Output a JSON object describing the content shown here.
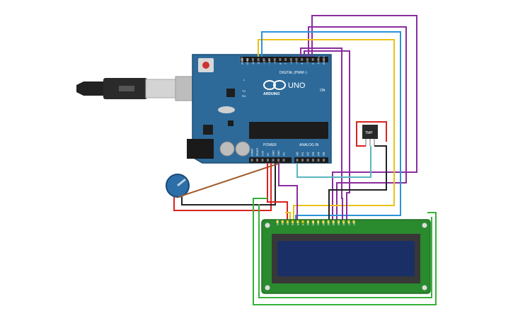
{
  "arduino": {
    "logo_text": "UNO",
    "brand_text": "ARDUINO",
    "digital_header": "DIGITAL (PWM~)",
    "power_header": "POWER",
    "analog_header": "ANALOG IN",
    "on_label": "ON",
    "tx_label": "TX",
    "rx_label": "RX",
    "l_label": "L",
    "digital_pins": [
      "AREF",
      "GND",
      "13",
      "12",
      "~11",
      "~10",
      "~9",
      "8",
      "7",
      "~6",
      "~5",
      "4",
      "~3",
      "2",
      "TX→1",
      "RX←0"
    ],
    "power_pins": [
      "IOREF",
      "RESET",
      "3.3V",
      "5V",
      "GND",
      "GND",
      "Vin"
    ],
    "analog_pins": [
      "A0",
      "A1",
      "A2",
      "A3",
      "A4",
      "A5"
    ]
  },
  "sensor": {
    "label": "TMP"
  },
  "lcd": {
    "pin_labels": [
      "GND",
      "VCC",
      "V0",
      "RS",
      "RW",
      "E",
      "DB0",
      "DB1",
      "DB2",
      "DB3",
      "DB4",
      "DB5",
      "DB6",
      "DB7",
      "LED",
      "LED"
    ]
  },
  "colors": {
    "board": "#2d6a9a",
    "lcd_board": "#2a8a2e",
    "lcd_screen": "#1a2f66",
    "wire_purple": "#8a2d9e",
    "wire_yellow": "#e9c318",
    "wire_blue": "#2a94d8",
    "wire_teal": "#58b8be",
    "wire_red": "#d8231f",
    "wire_black": "#222222",
    "wire_green": "#36b23a",
    "wire_brown": "#a05a2c"
  }
}
